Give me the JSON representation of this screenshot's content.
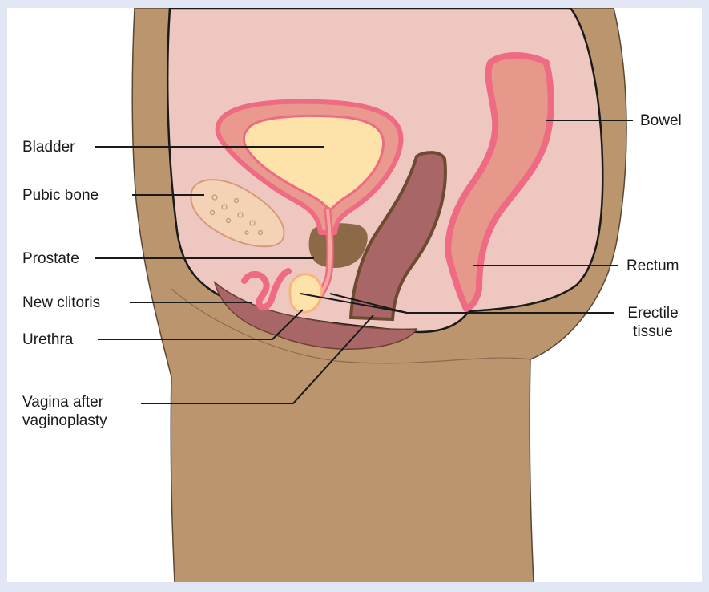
{
  "diagram": {
    "labels": {
      "bladder": "Bladder",
      "pubic_bone": "Pubic bone",
      "prostate": "Prostate",
      "new_clitoris": "New clitoris",
      "urethra": "Urethra",
      "vagina": "Vagina after\nvaginoplasty",
      "bowel": "Bowel",
      "rectum": "Rectum",
      "erectile_tissue": "Erectile\ntissue"
    },
    "colors": {
      "background": "#e0e6f4",
      "skin": "#ba956d",
      "cavity": "#eec8c0",
      "bladder_wall": "#ee6b83",
      "bladder_muscle": "#e9998d",
      "bladder_inner": "#fde3aa",
      "bone": "#f3d2b5",
      "prostate": "#8c6a48",
      "vagina": "#a86667",
      "bowel": "#e6998a",
      "clitoris": "#f6b57e"
    }
  }
}
